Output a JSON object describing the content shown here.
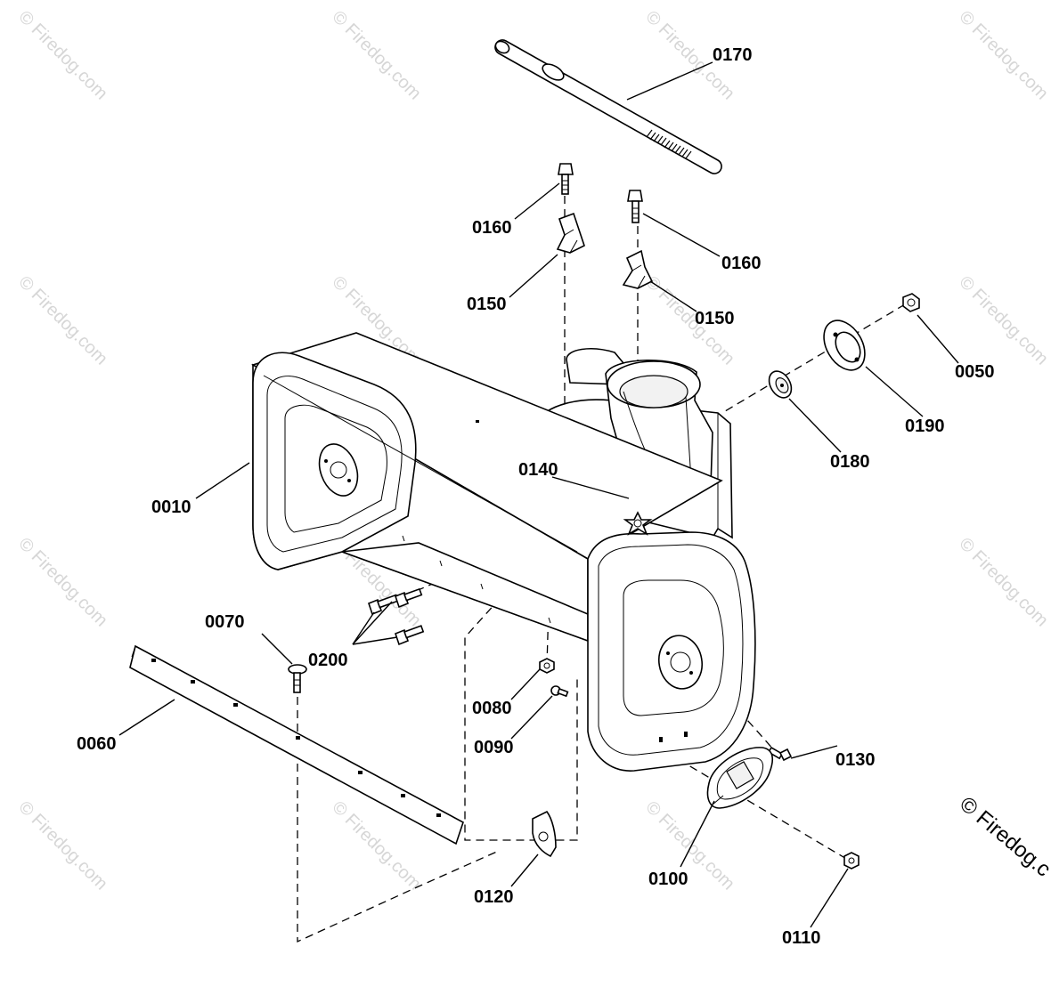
{
  "watermark": {
    "text": "© Firedog.com",
    "corner_text": "© Firedog.c"
  },
  "labels": {
    "p0170": "0170",
    "p0160a": "0160",
    "p0160b": "0160",
    "p0150a": "0150",
    "p0150b": "0150",
    "p0050": "0050",
    "p0190": "0190",
    "p0180": "0180",
    "p0140": "0140",
    "p0010": "0010",
    "p0070": "0070",
    "p0200": "0200",
    "p0080": "0080",
    "p0090": "0090",
    "p0060": "0060",
    "p0130": "0130",
    "p0100": "0100",
    "p0120": "0120",
    "p0110": "0110"
  }
}
